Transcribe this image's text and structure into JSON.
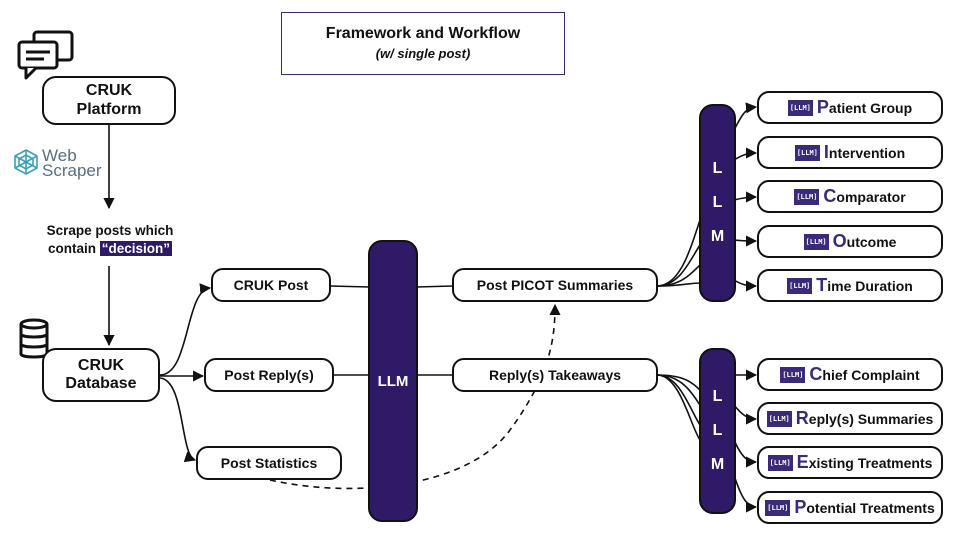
{
  "title": {
    "main": "Framework and Workflow",
    "sub": "(w/ single post)"
  },
  "platform": {
    "line1": "CRUK",
    "line2": "Platform"
  },
  "webscraper": {
    "line1": "Web",
    "line2": "Scraper"
  },
  "scrape": {
    "line1": "Scrape posts which",
    "line2_prefix": "contain ",
    "keyword": "“decision”"
  },
  "database": {
    "line1": "CRUK",
    "line2": "Database"
  },
  "sources": {
    "post": "CRUK Post",
    "reply": "Post Reply(s)",
    "stats": "Post Statistics"
  },
  "center_llm": "LLM",
  "summaries": {
    "picot": "Post PICOT Summaries",
    "takeaways": "Reply(s) Takeaways"
  },
  "side_llm": [
    "L",
    "L",
    "M"
  ],
  "llm_tag": "[LLM]",
  "picot_outputs": [
    {
      "cap": "P",
      "rest": "atient Group"
    },
    {
      "cap": "I",
      "rest": "ntervention"
    },
    {
      "cap": "C",
      "rest": "omparator"
    },
    {
      "cap": "O",
      "rest": "utcome"
    },
    {
      "cap": "T",
      "rest": "ime Duration"
    }
  ],
  "reply_outputs": [
    {
      "cap": "C",
      "rest": "hief Complaint"
    },
    {
      "cap": "R",
      "rest": "eply(s) Summaries"
    },
    {
      "cap": "E",
      "rest": "xisting Treatments"
    },
    {
      "cap": "P",
      "rest": "otential Treatments"
    }
  ],
  "colors": {
    "accent": "#2e1a66",
    "tag": "#3b2a7a",
    "scraper": "#5a6f80",
    "scraper_icon": "#3aa0b8"
  },
  "icons": [
    "chat-bubbles-icon",
    "web-scraper-logo-icon",
    "database-icon"
  ]
}
